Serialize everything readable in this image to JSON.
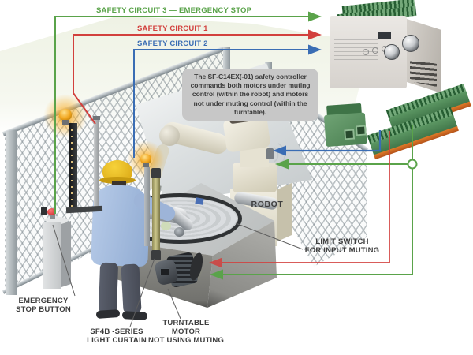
{
  "diagram": {
    "circuit_labels": [
      {
        "name": "safety-circuit-3",
        "label": "SAFETY CIRCUIT 3 — EMERGENCY STOP",
        "color": "#5aa34a"
      },
      {
        "name": "safety-circuit-1",
        "label": "SAFETY CIRCUIT 1",
        "color": "#d2403d"
      },
      {
        "name": "safety-circuit-2",
        "label": "SAFETY CIRCUIT 2",
        "color": "#3a6db4"
      }
    ],
    "callout_text": "The SF-C14EX(-01) safety controller commands both motors under muting control (within the robot) and motors not under muting control (within the turntable).",
    "scene_labels": {
      "robot": "ROBOT",
      "limit_switch": "LIMIT SWITCH\nFOR INPUT MUTING",
      "emergency_stop": "EMERGENCY\nSTOP BUTTON",
      "light_curtain": "SF4B -SERIES\nLIGHT CURTAIN",
      "turntable_motor": "TURNTABLE MOTOR\nNOT USING MUTING"
    },
    "components": {
      "controller": "safety-controller",
      "terminal_strips": "spring-terminal-strips",
      "power_connector": "pluggable-power-connector"
    },
    "colors": {
      "circuit_green": "#5aa34a",
      "circuit_red": "#d2403d",
      "circuit_blue": "#3a6db4",
      "beacon_amber": "#f2a51e",
      "terminal_green": "#4d8f56",
      "terminal_orange": "#d4691e",
      "callout_bg": "#c7c7c7",
      "label_text": "#3e3e3e"
    }
  }
}
